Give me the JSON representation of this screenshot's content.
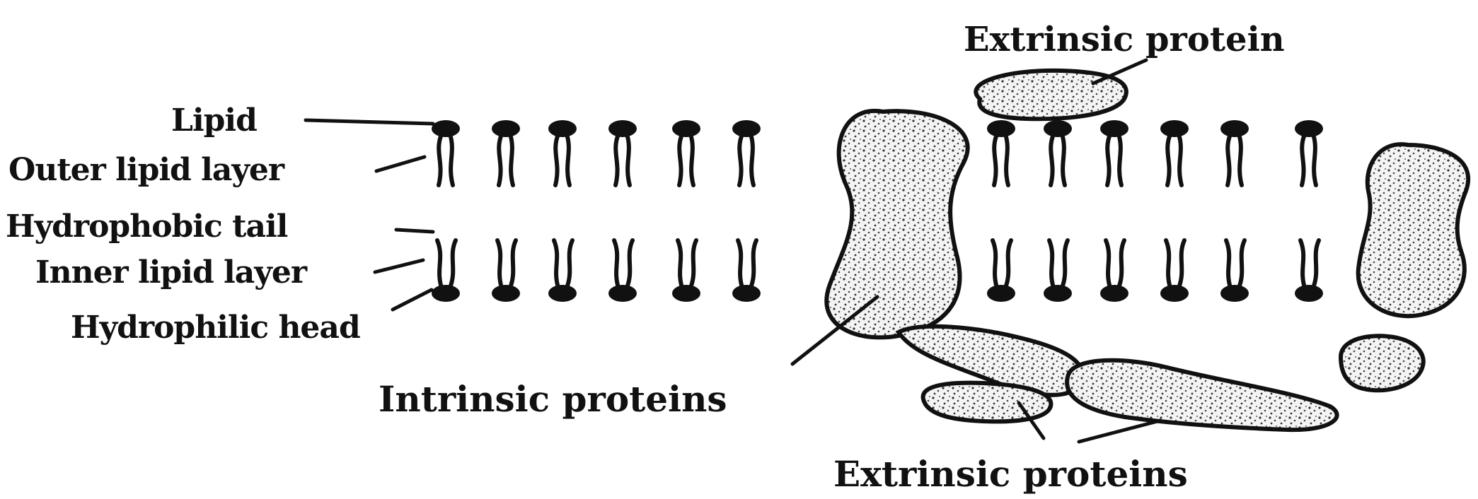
{
  "labels": {
    "lipid": "Lipid",
    "outer_lipid_layer": "Outer lipid layer",
    "hydrophobic_tail": "Hydrophobic tail",
    "inner_lipid_layer": "Inner lipid layer",
    "hydrophilic_head": "Hydrophilic head",
    "intrinsic_proteins": "Intrinsic proteins",
    "extrinsic_protein": "Extrinsic protein",
    "extrinsic_proteins": "Extrinsic proteins"
  },
  "colors": {
    "ink": "#111111",
    "background": "#ffffff"
  }
}
